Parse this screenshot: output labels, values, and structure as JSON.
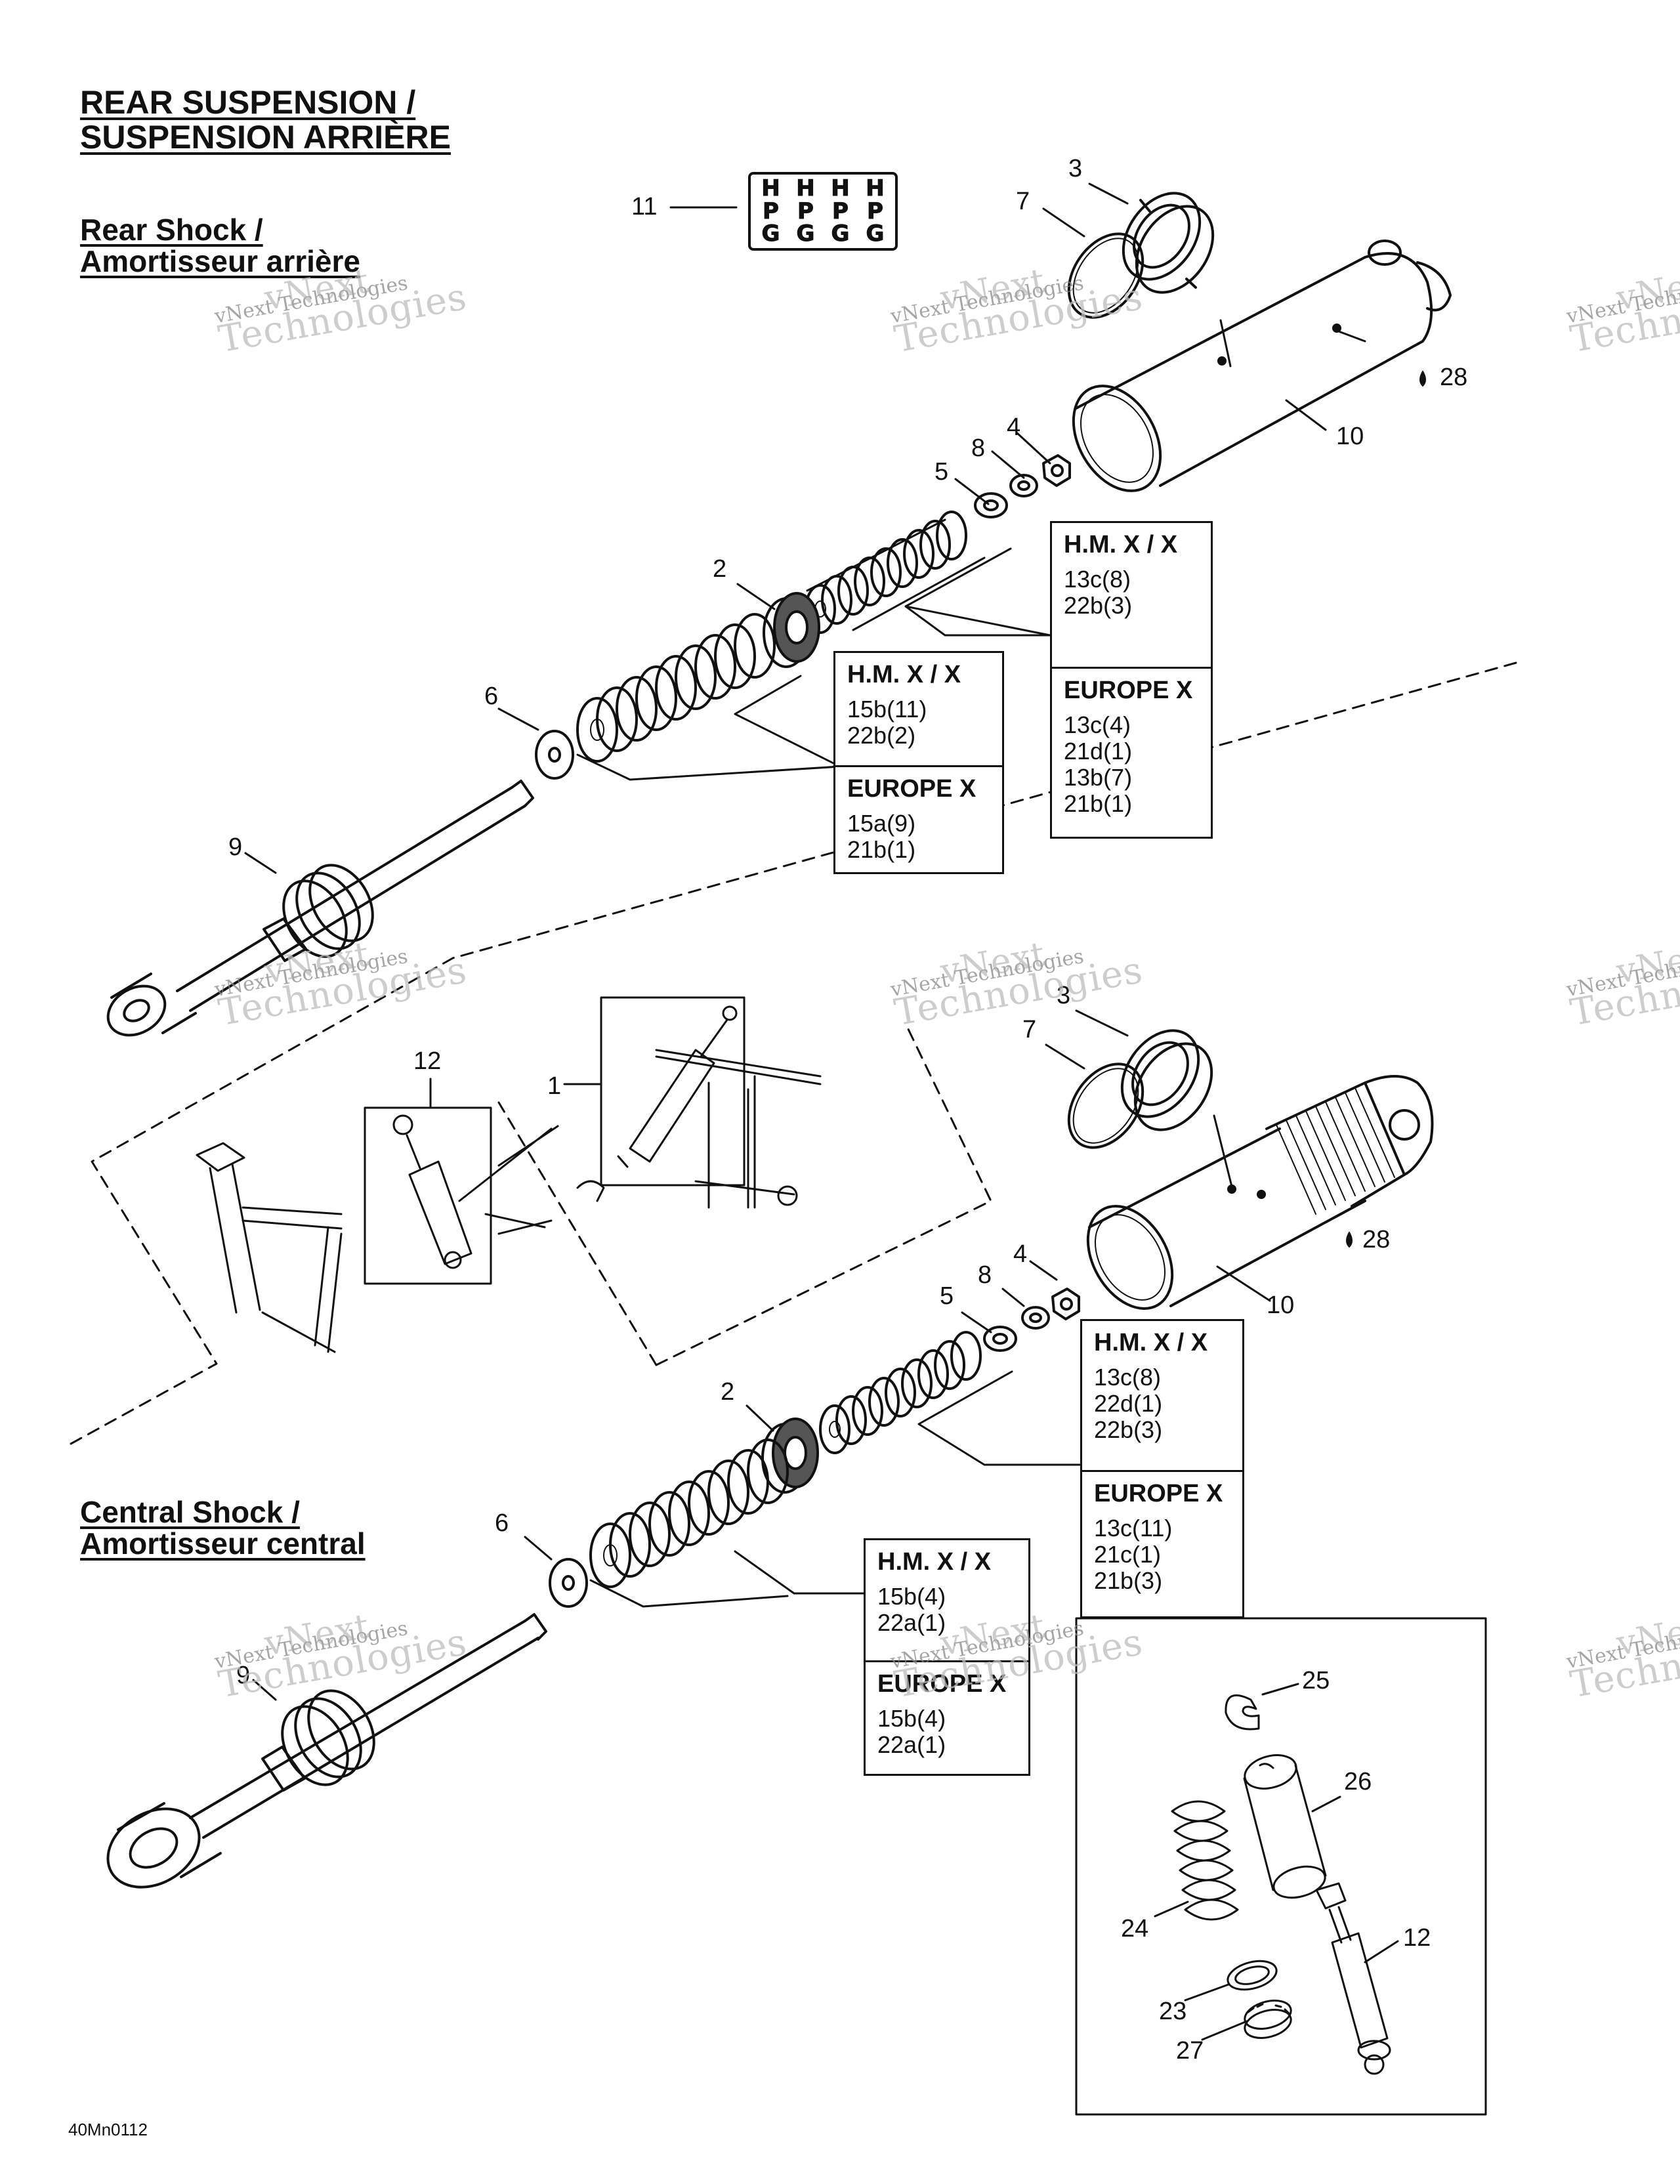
{
  "title": {
    "line1": "REAR SUSPENSION /",
    "line2": "SUSPENSION ARRIÈRE"
  },
  "sections": {
    "rear": {
      "line1": "Rear Shock /",
      "line2": "Amortisseur arrière"
    },
    "central": {
      "line1": "Central Shock /",
      "line2": "Amortisseur central"
    }
  },
  "callouts": {
    "rear": {
      "c11": "11",
      "c3": "3",
      "c7": "7",
      "c28": "28",
      "c10": "10",
      "c4": "4",
      "c8": "8",
      "c5": "5",
      "c2": "2",
      "c6": "6",
      "c9": "9"
    },
    "overview": {
      "c12": "12",
      "c1": "1"
    },
    "central": {
      "c3": "3",
      "c7": "7",
      "c28": "28",
      "c10": "10",
      "c4": "4",
      "c8": "8",
      "c5": "5",
      "c2": "2",
      "c6": "6",
      "c9": "9"
    },
    "detail": {
      "c25": "25",
      "c26": "26",
      "c24": "24",
      "c12": "12",
      "c23": "23",
      "c27": "27"
    }
  },
  "boxes": {
    "rear_upper": [
      {
        "header": "H.M. X / X",
        "lines": [
          "13c(8)",
          "22b(3)"
        ]
      },
      {
        "header": "EUROPE X",
        "lines": [
          "13c(4)",
          "21d(1)",
          "13b(7)",
          "21b(1)"
        ]
      }
    ],
    "rear_lower": [
      {
        "header": "H.M. X / X",
        "lines": [
          "15b(11)",
          "22b(2)"
        ]
      },
      {
        "header": "EUROPE X",
        "lines": [
          "15a(9)",
          "21b(1)"
        ]
      }
    ],
    "central_upper": [
      {
        "header": "H.M. X / X",
        "lines": [
          "13c(8)",
          "22d(1)",
          "22b(3)"
        ]
      },
      {
        "header": "EUROPE X",
        "lines": [
          "13c(11)",
          "21c(1)",
          "21b(3)"
        ]
      }
    ],
    "central_lower": [
      {
        "header": "H.M. X / X",
        "lines": [
          "15b(4)",
          "22a(1)"
        ]
      },
      {
        "header": "EUROPE X",
        "lines": [
          "15b(4)",
          "22a(1)"
        ]
      }
    ]
  },
  "label_11_glyphs": [
    "H",
    "H",
    "H",
    "H",
    "P",
    "P",
    "P",
    "P",
    "G",
    "G",
    "G",
    "G"
  ],
  "watermark": {
    "line1": "vNext",
    "line2": "vNext Technologies",
    "line3": "Technologies"
  },
  "figure_code": "40Mn0112"
}
